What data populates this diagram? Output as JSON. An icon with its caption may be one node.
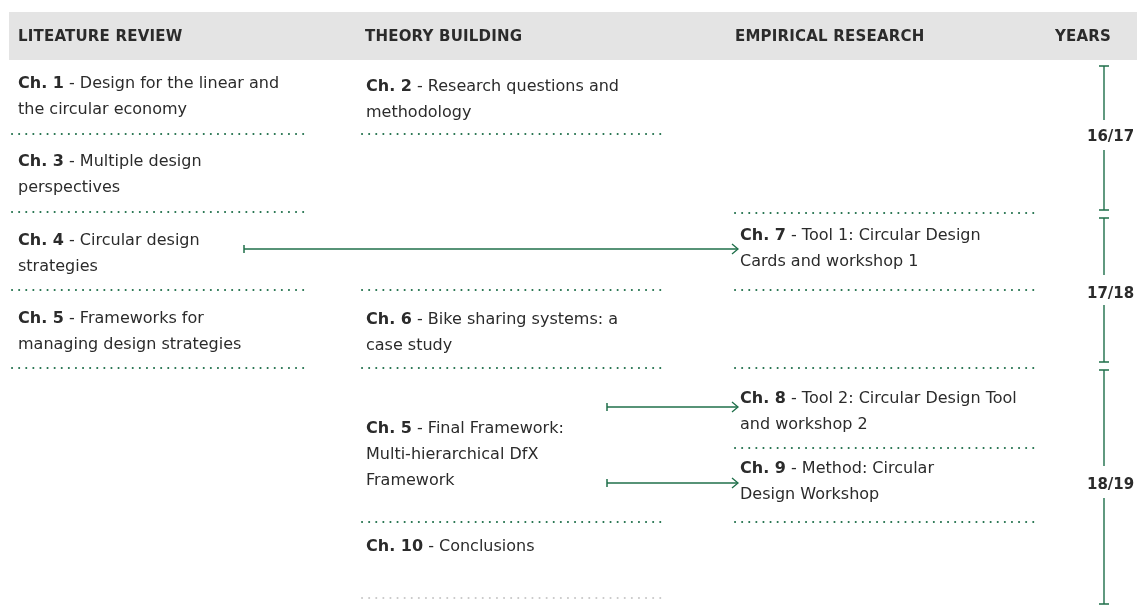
{
  "diagram": {
    "nodes": [
      {
        "text": [
          "**Ch. 1** - Design for the linear and the circular economy"
        ]
      },
      {
        "text": [
          "**Ch. 2** - Research questions and methodology"
        ]
      },
      {
        "text": [
          "**Ch. 3** - Multiple design perspectives"
        ]
      },
      {
        "text": [
          "**Ch. 4** - Circular design strategies"
        ]
      },
      {
        "text": [
          "**Ch. 7** - Tool 1: Circular Design Cards and workshop 1"
        ]
      },
      {
        "text": [
          "**Ch. 5** - Frameworks for managing design strategies"
        ]
      },
      {
        "text": [
          "**Ch. 6** - Bike sharing systems: a case study"
        ]
      },
      {
        "text": [
          "**Ch. 8** - Tool 2: Circular Design Tool and workshop 2"
        ]
      },
      {
        "text": [
          "**Ch. 5** - Final Framework: Multi-hierarchical DfX Framework"
        ]
      },
      {
        "text": [
          "**Ch. 9** - Method: Circular Design Workshop"
        ]
      },
      {
        "text": [
          "**Ch. 10** - Conclusions"
        ]
      }
    ],
    "edges": [
      {
        "from": 3,
        "to": 4,
        "arrow": "to"
      },
      {
        "from": 8,
        "to": 7,
        "arrow": "to"
      },
      {
        "from": 8,
        "to": 9,
        "arrow": "to"
      }
    ],
    "labels": [
      "LITEATURE REVIEW",
      "THEORY BUILDING",
      "EMPIRICAL RESEARCH",
      "YEARS",
      "16/17",
      "17/18",
      "18/19"
    ]
  }
}
